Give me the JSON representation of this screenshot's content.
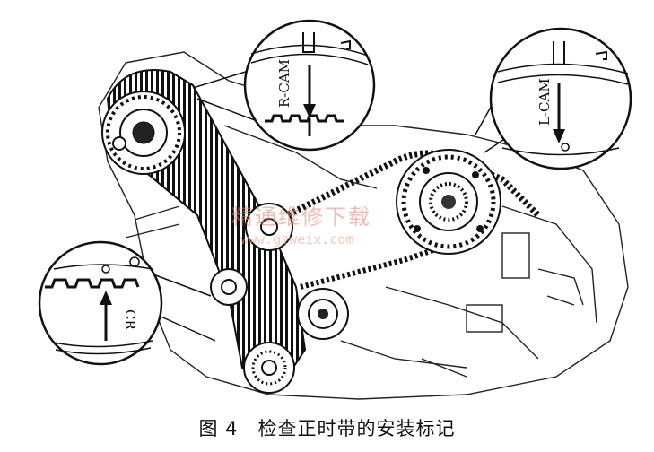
{
  "figure": {
    "number_label": "图 4",
    "caption": "检查正时带的安装标记"
  },
  "callouts": {
    "right_bank": "R-CAM",
    "left_bank": "L-CAM",
    "crank": "CR"
  },
  "watermark": {
    "text": "精通维修下载",
    "url": "www.gzweix.com"
  }
}
